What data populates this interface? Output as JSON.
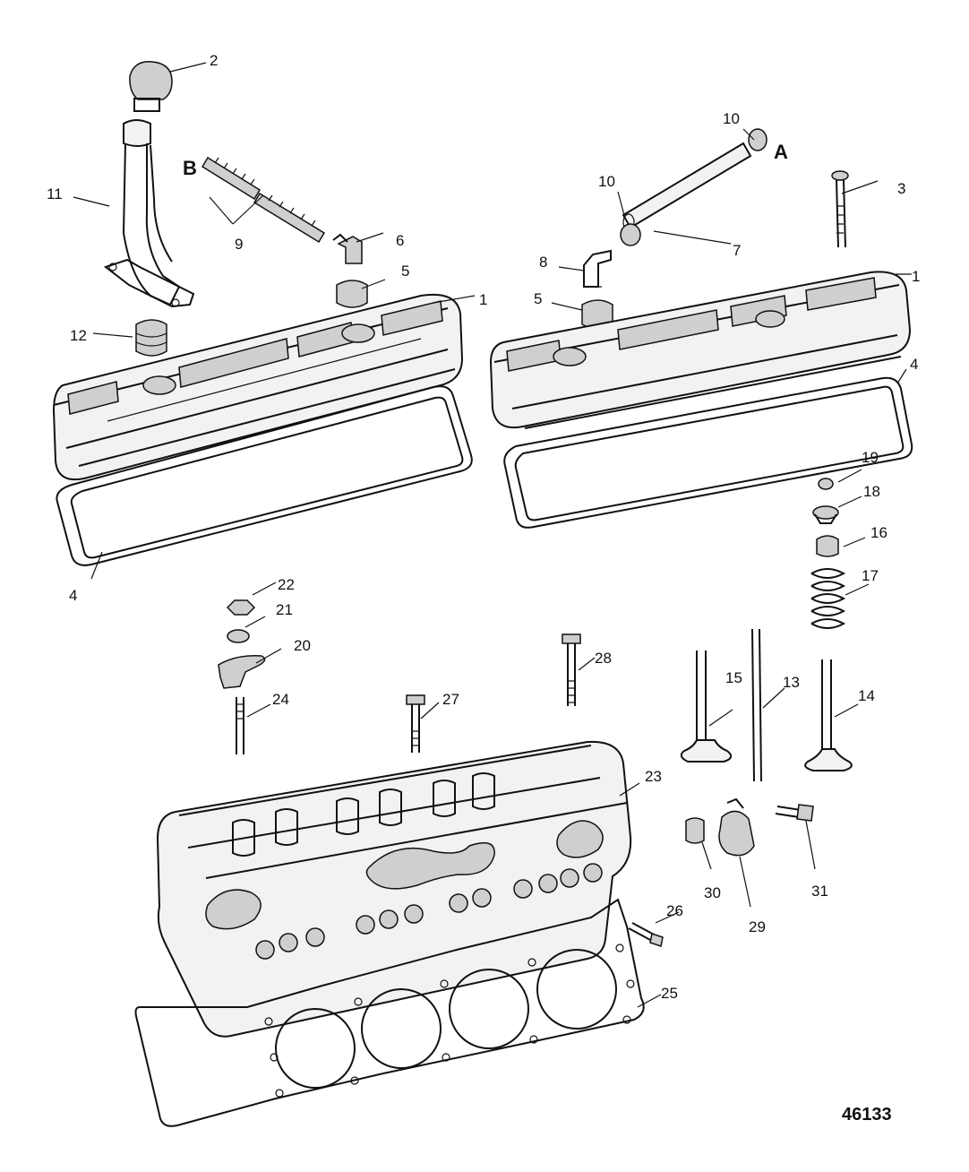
{
  "diagram": {
    "callouts": [
      "1",
      "2",
      "3",
      "4",
      "5",
      "6",
      "7",
      "8",
      "9",
      "10",
      "11",
      "12",
      "13",
      "14",
      "15",
      "16",
      "17",
      "18",
      "19",
      "20",
      "21",
      "22",
      "23",
      "24",
      "25",
      "26",
      "27",
      "28",
      "29",
      "30",
      "31"
    ],
    "letter_a": "A",
    "letter_b": "B",
    "figure_number": "46133"
  }
}
